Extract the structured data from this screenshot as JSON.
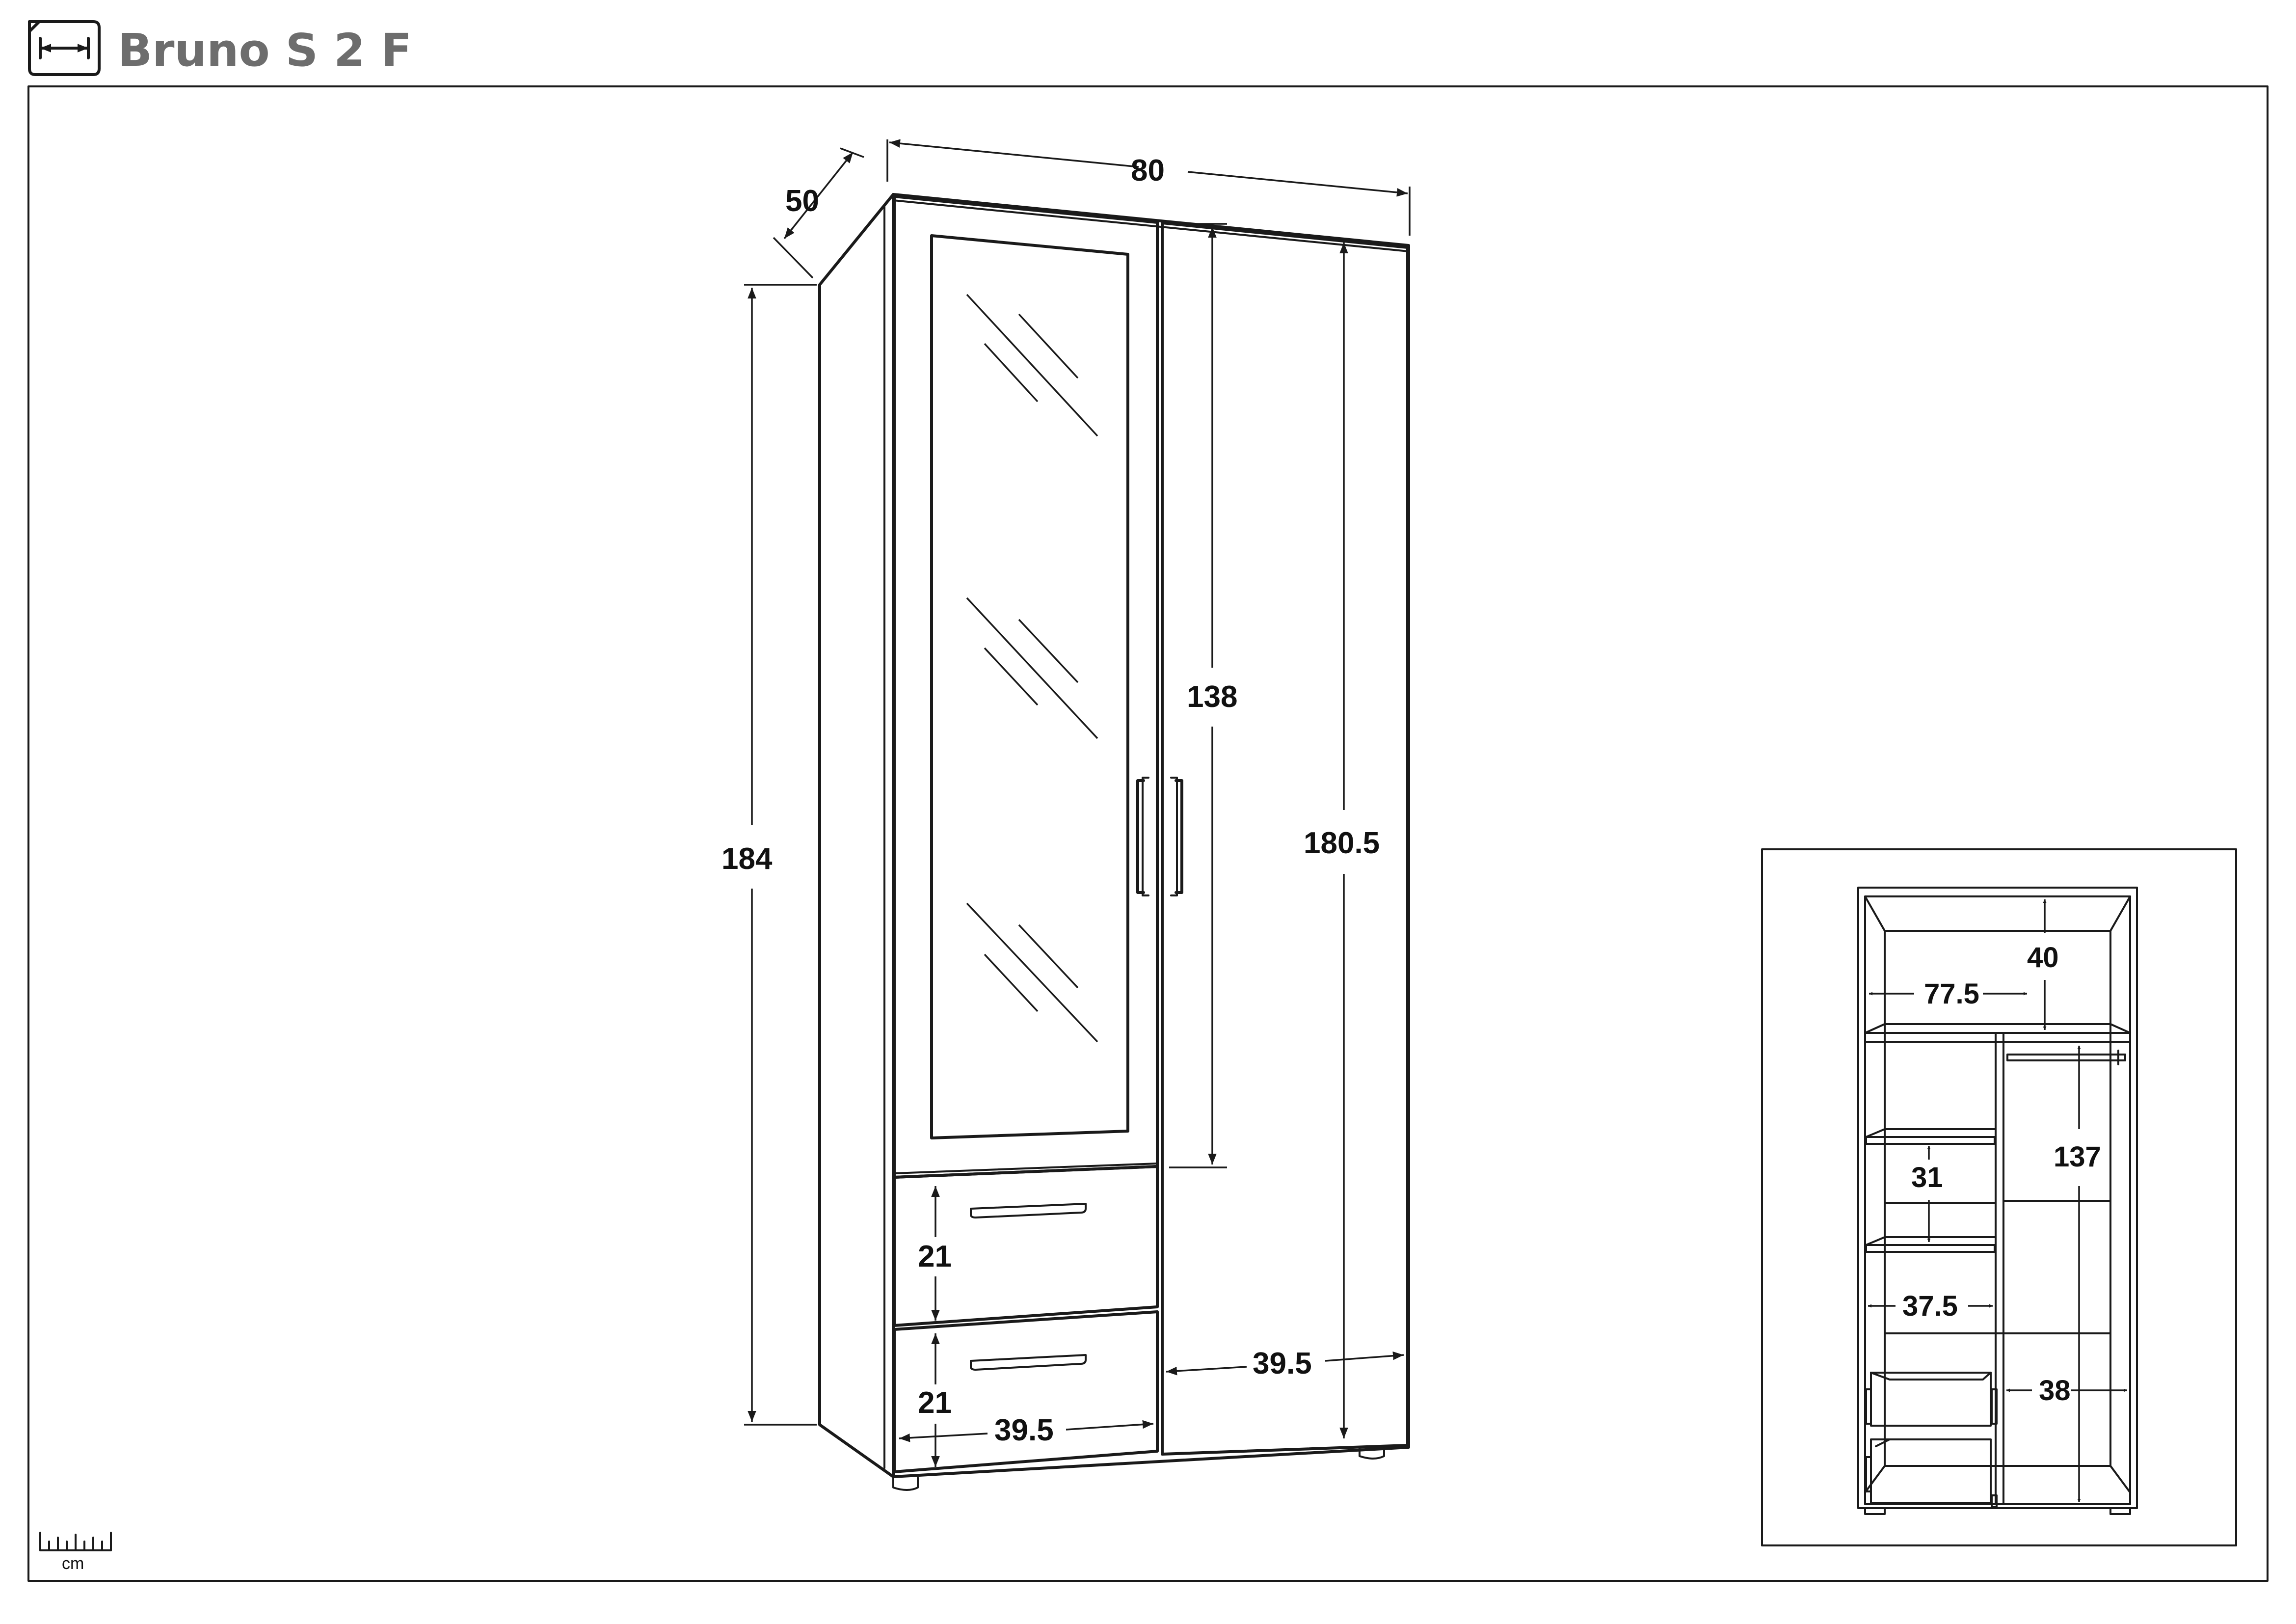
{
  "header": {
    "title": "Bruno S 2 F",
    "icon": "dimension-arrows-icon"
  },
  "scale": {
    "unit_label": "cm",
    "icon": "ruler-icon"
  },
  "main_view": {
    "width_label": "80",
    "depth_label": "50",
    "total_height_label": "184",
    "door_height_label": "138",
    "side_door_height_label": "180.5",
    "drawer_top_height_label": "21",
    "drawer_bottom_height_label": "21",
    "drawer_width_label": "39.5",
    "right_door_width_label": "39.5"
  },
  "inset_view": {
    "inner_width_label": "77.5",
    "top_shelf_height_label": "40",
    "rail_height_label": "137",
    "shelf_spacing_label": "31",
    "shelf_width_label": "37.5",
    "drawer_depth_label": "38"
  },
  "colors": {
    "line": "#1a1a1a",
    "title": "#6d6d6d",
    "background": "#ffffff"
  }
}
